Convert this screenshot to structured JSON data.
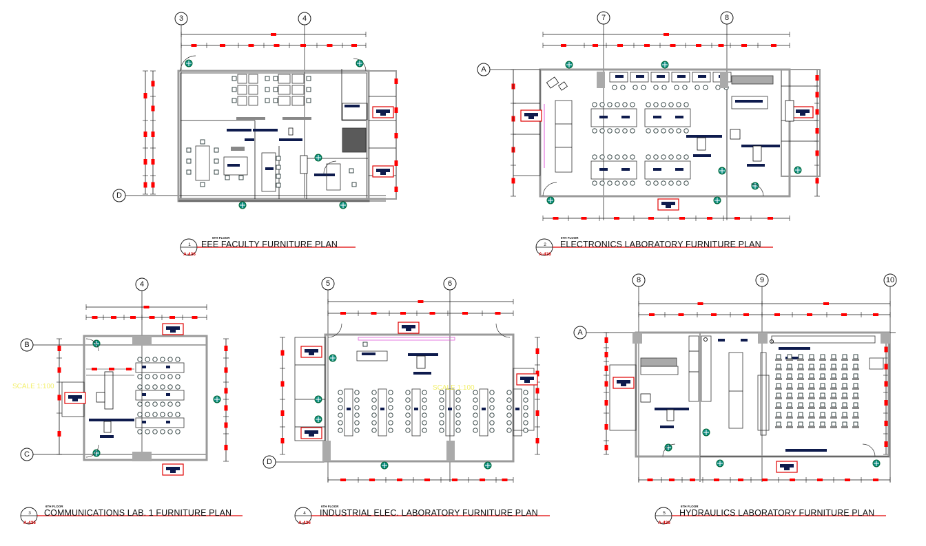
{
  "plans": [
    {
      "title": "EEE FACULTY FURNITURE PLAN",
      "floor": "6TH FLOOR",
      "number": "1",
      "sheet": "A-426"
    },
    {
      "title": "ELECTRONICS LABORATORY FURNITURE PLAN",
      "floor": "6TH FLOOR",
      "number": "2",
      "sheet": "A-426"
    },
    {
      "title": "COMMUNICATIONS LAB. 1 FURNITURE PLAN",
      "floor": "6TH FLOOR",
      "number": "3",
      "sheet": "A-426"
    },
    {
      "title": "INDUSTRIAL ELEC. LABORATORY FURNITURE PLAN",
      "floor": "6TH FLOOR",
      "number": "4",
      "sheet": "A-426"
    },
    {
      "title": "HYDRAULICS LABORATORY FURNITURE PLAN",
      "floor": "6TH FLOOR",
      "number": "5",
      "sheet": "A-426"
    }
  ],
  "grid_labels": {
    "plan1": [
      "3",
      "4",
      "D"
    ],
    "plan2": [
      "7",
      "8",
      "A"
    ],
    "plan3": [
      "4",
      "B",
      "C"
    ],
    "plan4": [
      "5",
      "6",
      "D"
    ],
    "plan5": [
      "8",
      "9",
      "10",
      "A"
    ]
  },
  "scale_text": "SCALE 1:100",
  "colors": {
    "line": "#111111",
    "dim_marker": "#ff0000",
    "accent": "#d00000",
    "furniture": "#0e1b4d",
    "door_tag": "#0f8f84",
    "scale": "#f2ef6a",
    "wall": "#9a9a9a"
  }
}
